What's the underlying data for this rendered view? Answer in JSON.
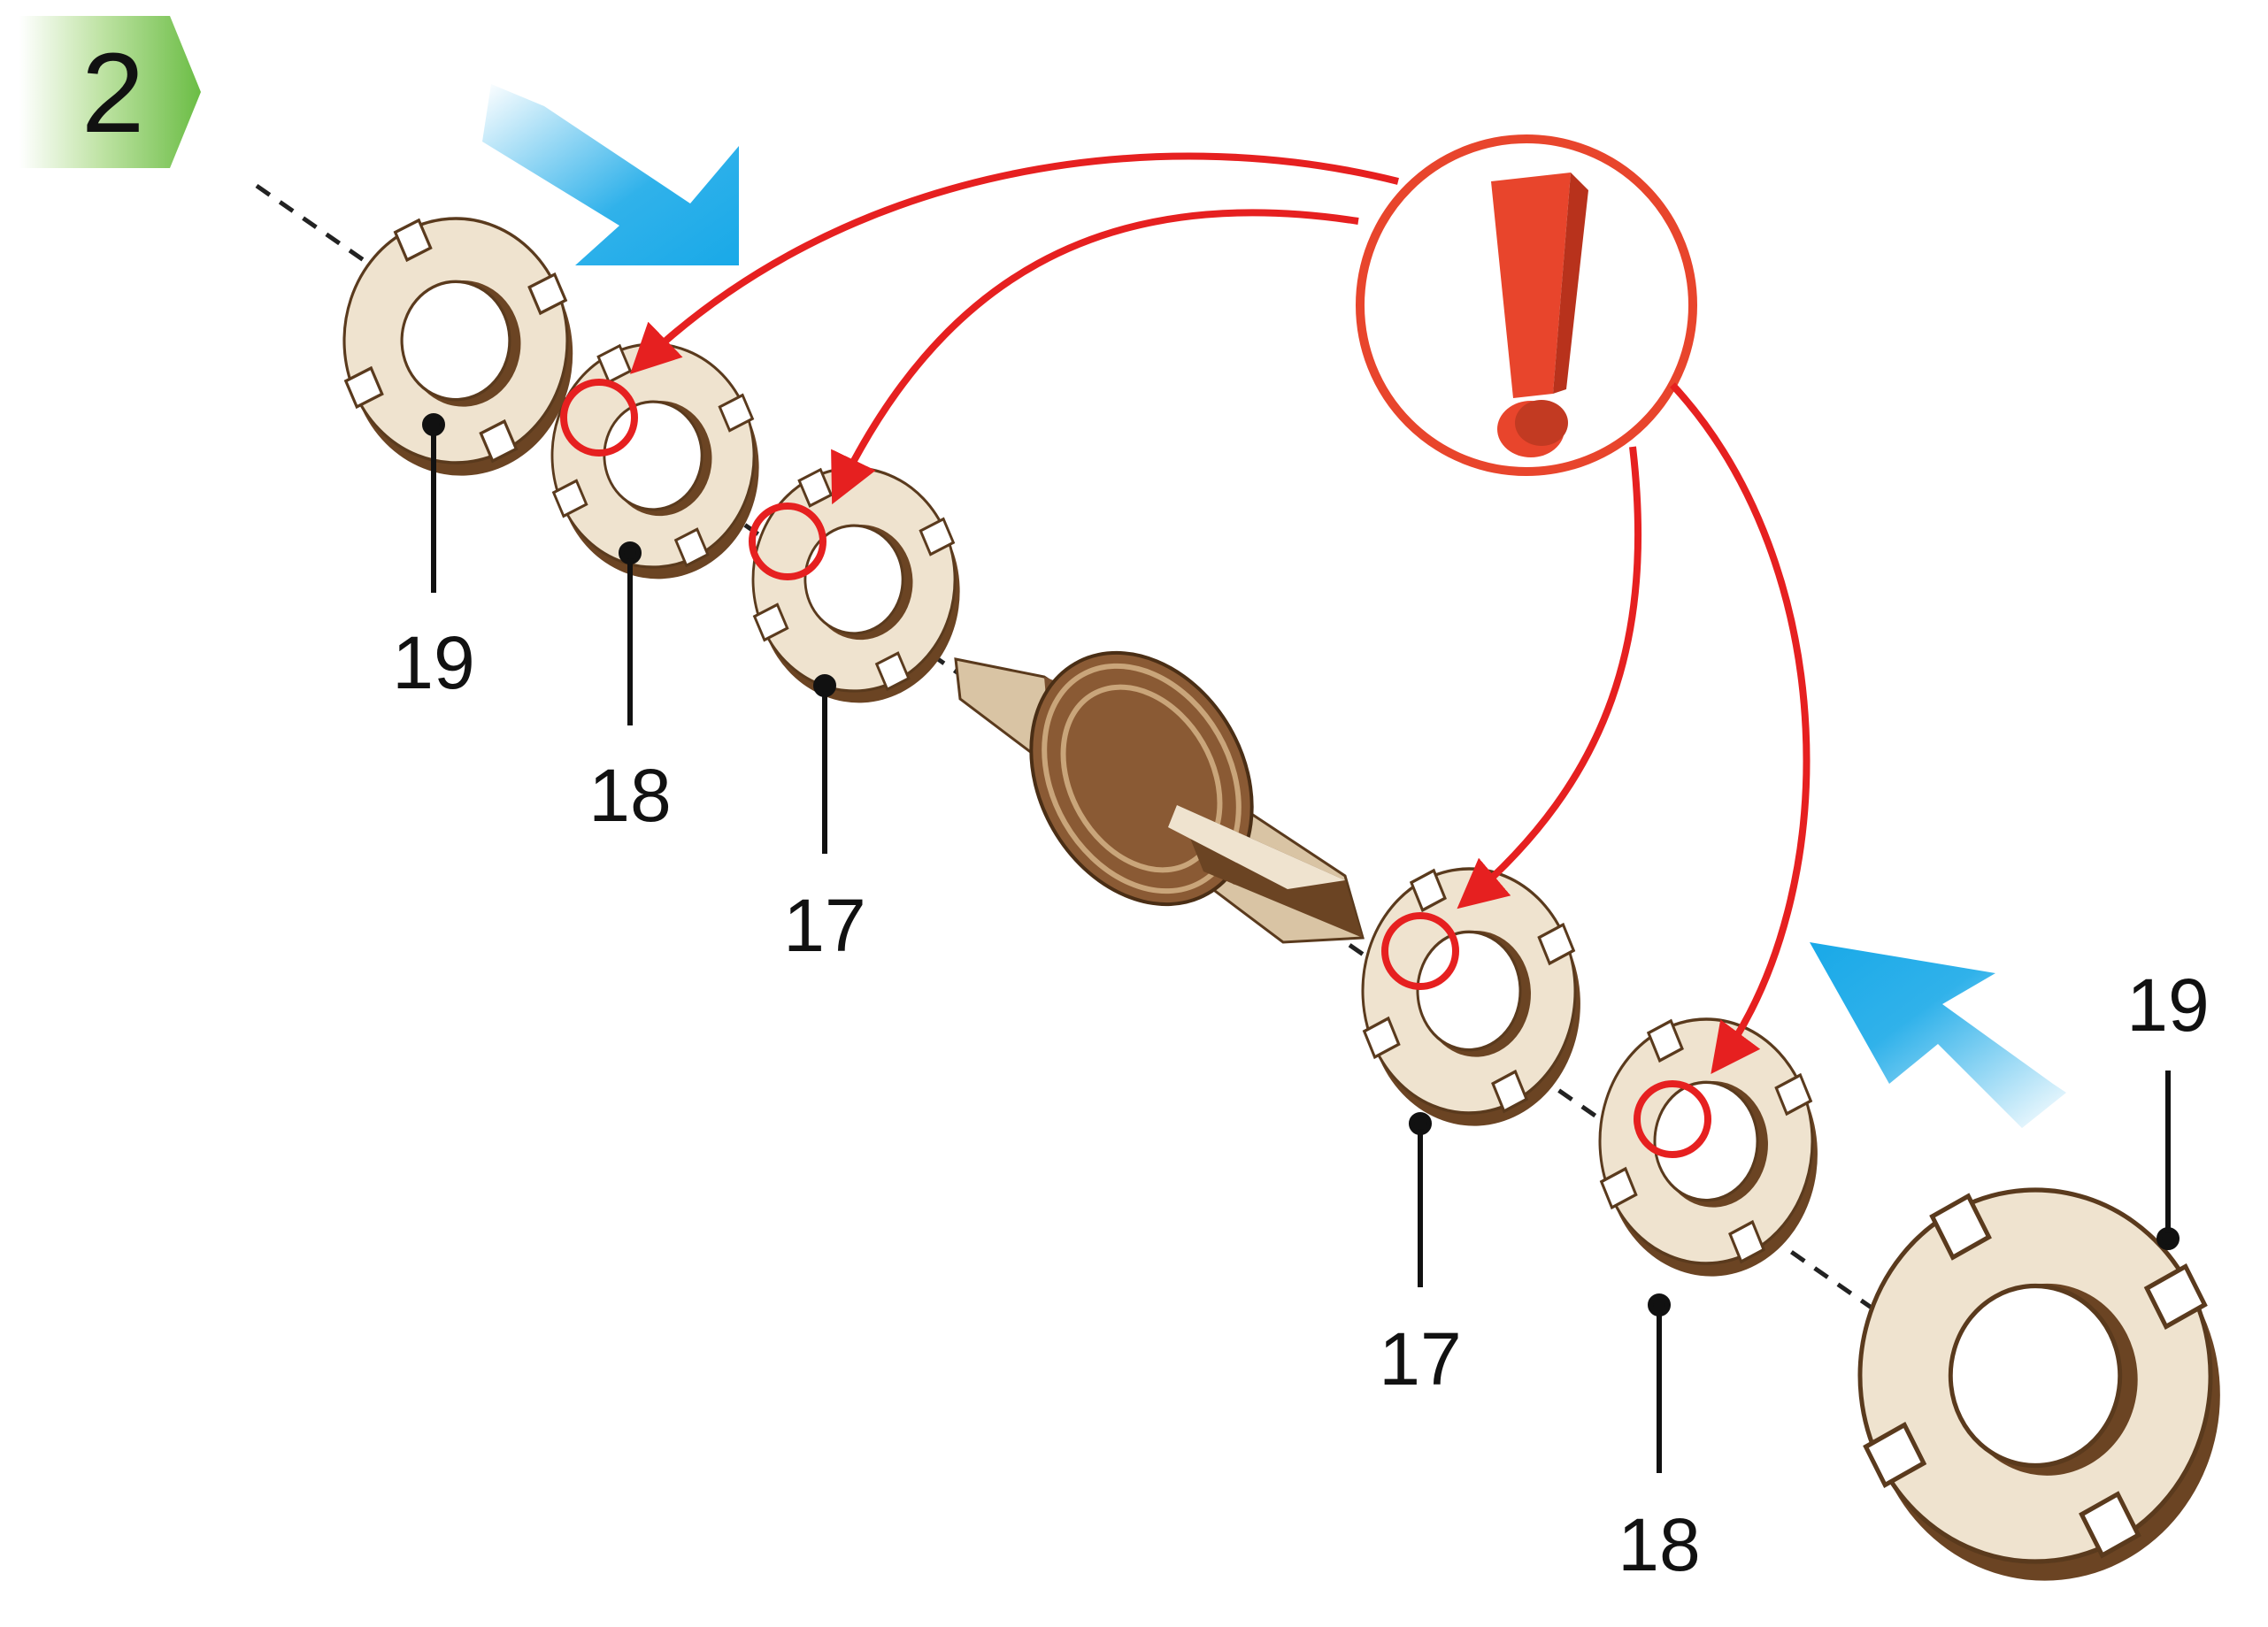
{
  "step": {
    "number": "2"
  },
  "parts": [
    {
      "label": "19"
    },
    {
      "label": "18"
    },
    {
      "label": "17"
    },
    {
      "label": "17"
    },
    {
      "label": "18"
    },
    {
      "label": "19"
    }
  ],
  "colors": {
    "step_badge": "#7fc35a",
    "wood_face": "#efe3cf",
    "wood_edge": "#6b4423",
    "attention": "#e62020",
    "direction_arrow": "#19a9e8",
    "label_text": "#111111"
  },
  "icons": [
    "exclamation-warning-icon",
    "direction-arrow-icon",
    "alignment-mark-icon"
  ]
}
